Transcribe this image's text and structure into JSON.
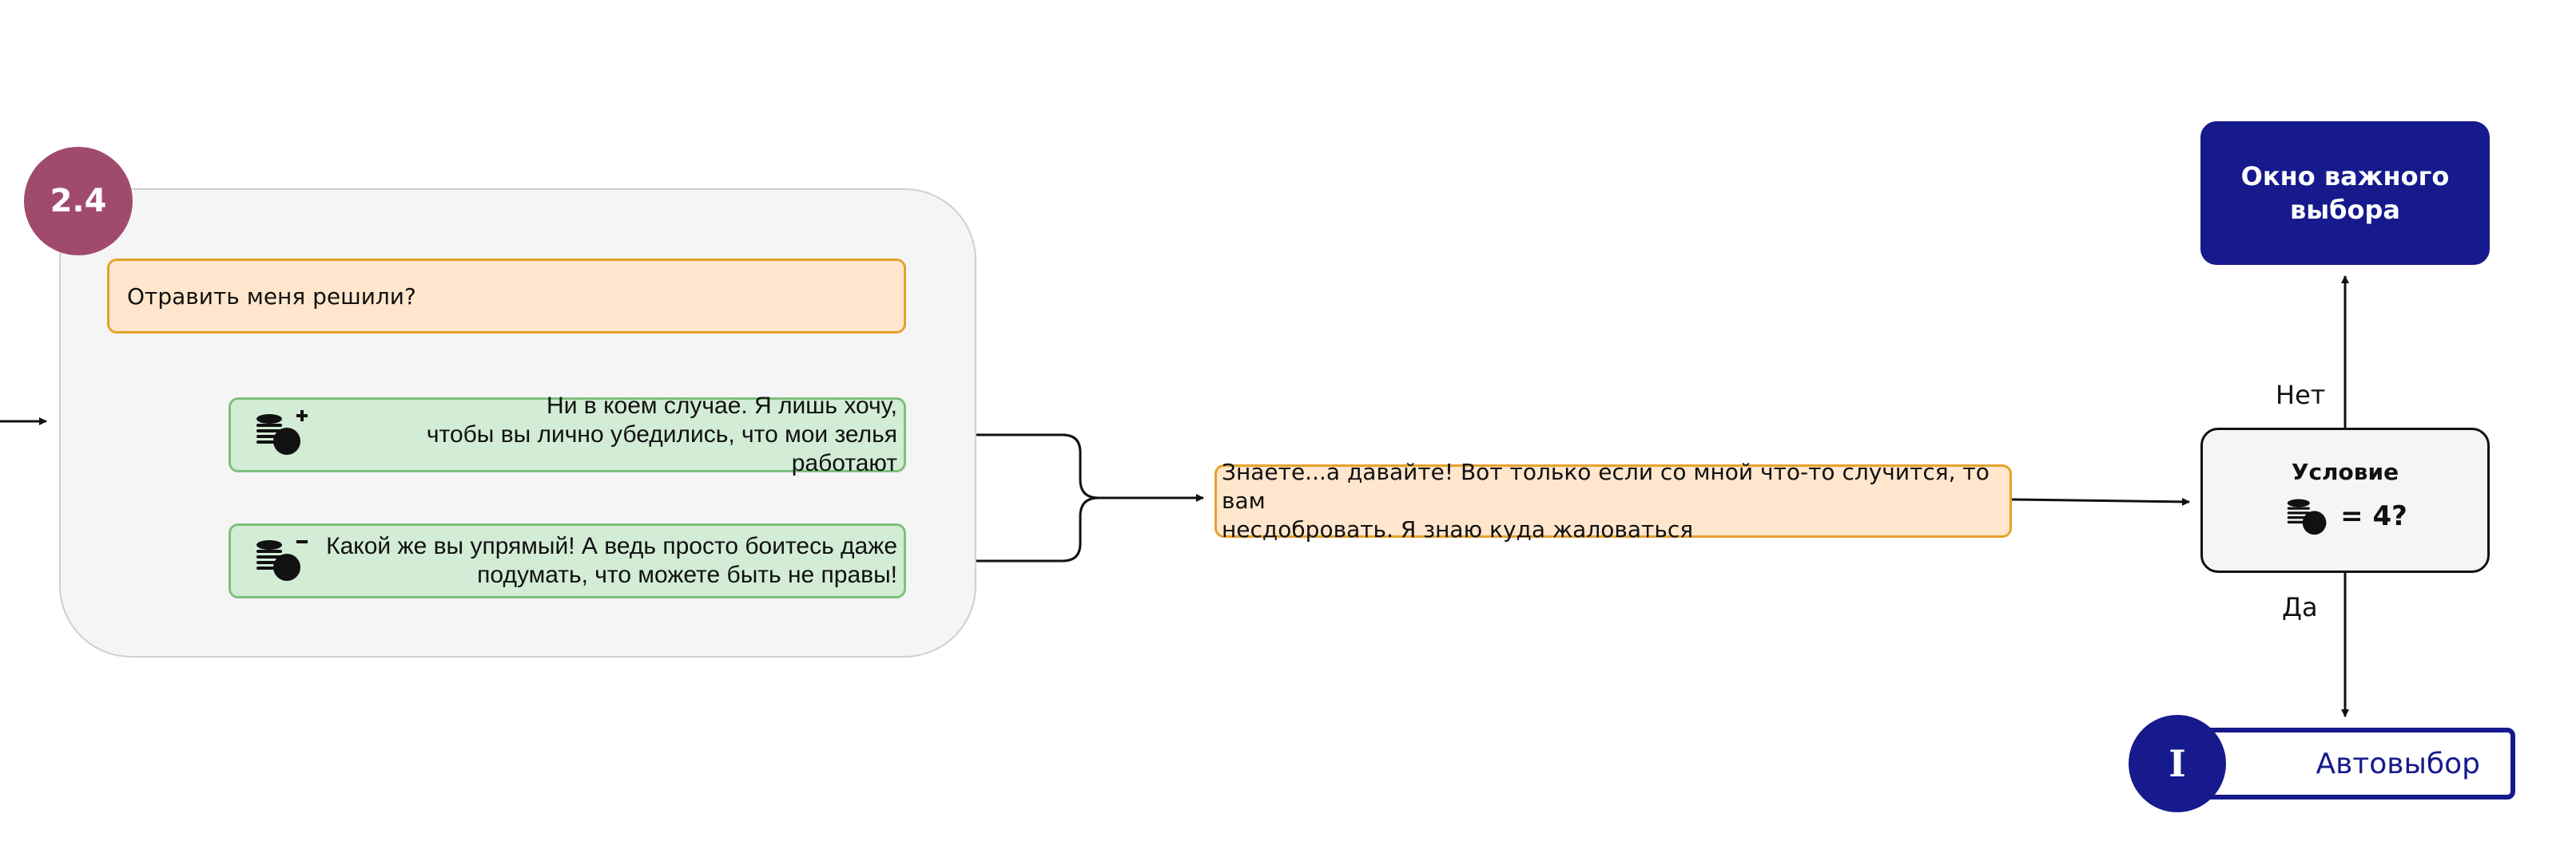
{
  "group": {
    "step_badge": "2.4",
    "npc_question": "Отравить меня решили?",
    "replies": [
      {
        "icon": "coins-plus-icon",
        "lines": [
          "Ни в коем случае. Я лишь хочу,",
          "чтобы вы лично убедились, что мои зелья работают"
        ]
      },
      {
        "icon": "coins-minus-icon",
        "lines": [
          "Какой же вы упрямый! А ведь просто боитесь даже",
          "подумать, что можете быть не правы!"
        ]
      }
    ]
  },
  "npc_reply": {
    "lines": [
      "Знаете...а давайте! Вот только если со мной что-то случится, то вам",
      "несдобровать. Я знаю куда жаловаться"
    ]
  },
  "condition": {
    "title": "Условие",
    "icon": "coins-icon",
    "expression": "= 4?"
  },
  "edges": {
    "no_label": "Нет",
    "yes_label": "Да"
  },
  "important_choice": {
    "lines": [
      "Окно важного",
      "выбора"
    ]
  },
  "auto_choice": {
    "badge": "I",
    "label": "Автовыбор"
  },
  "colors": {
    "group_background": "#f5f5f5",
    "step_badge": "#a04b6e",
    "npc_fill": "#ffe6cc",
    "npc_border": "#e5a22c",
    "reply_fill": "#d2ecd5",
    "reply_border": "#7ec07c",
    "navy": "#161a8c"
  }
}
